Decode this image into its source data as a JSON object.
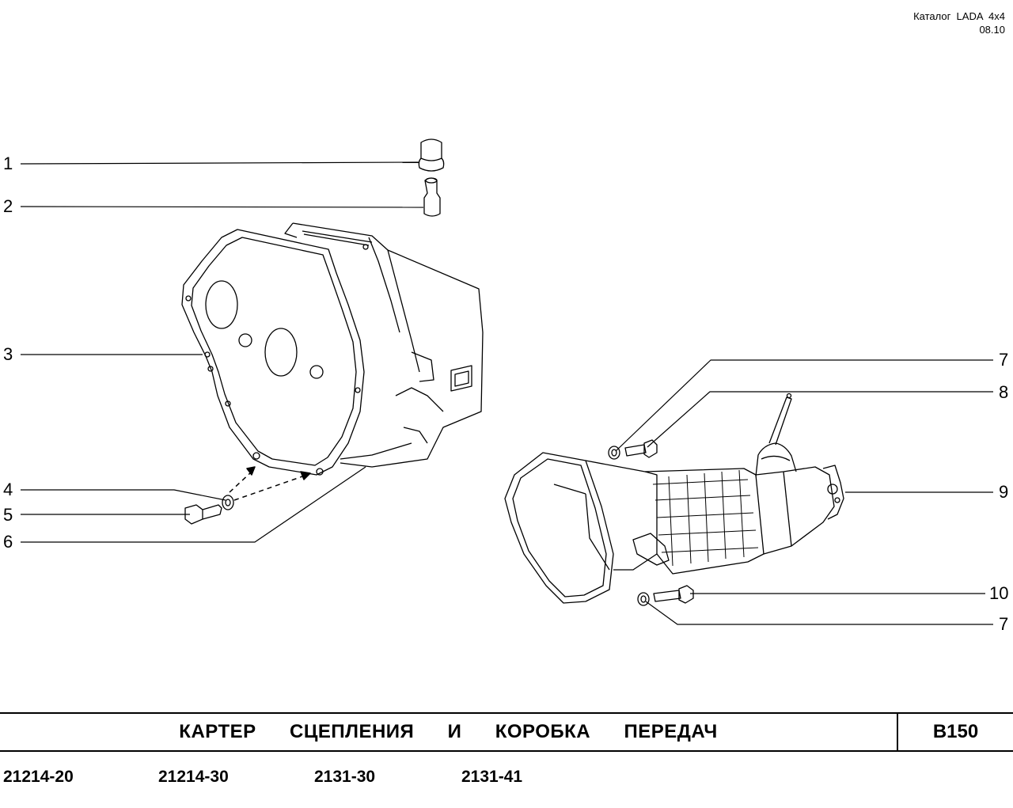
{
  "header": {
    "catalog": "Каталог  LADA  4x4",
    "date": "08.10"
  },
  "callouts": [
    "1",
    "2",
    "3",
    "4",
    "5",
    "6",
    "7",
    "8",
    "9",
    "10",
    "7"
  ],
  "title": "КАРТЕР  СЦЕПЛЕНИЯ  И  КОРОБКА  ПЕРЕДАЧ",
  "page_code": "В150",
  "models": [
    "21214-20",
    "21214-30",
    "2131-30",
    "2131-41"
  ]
}
